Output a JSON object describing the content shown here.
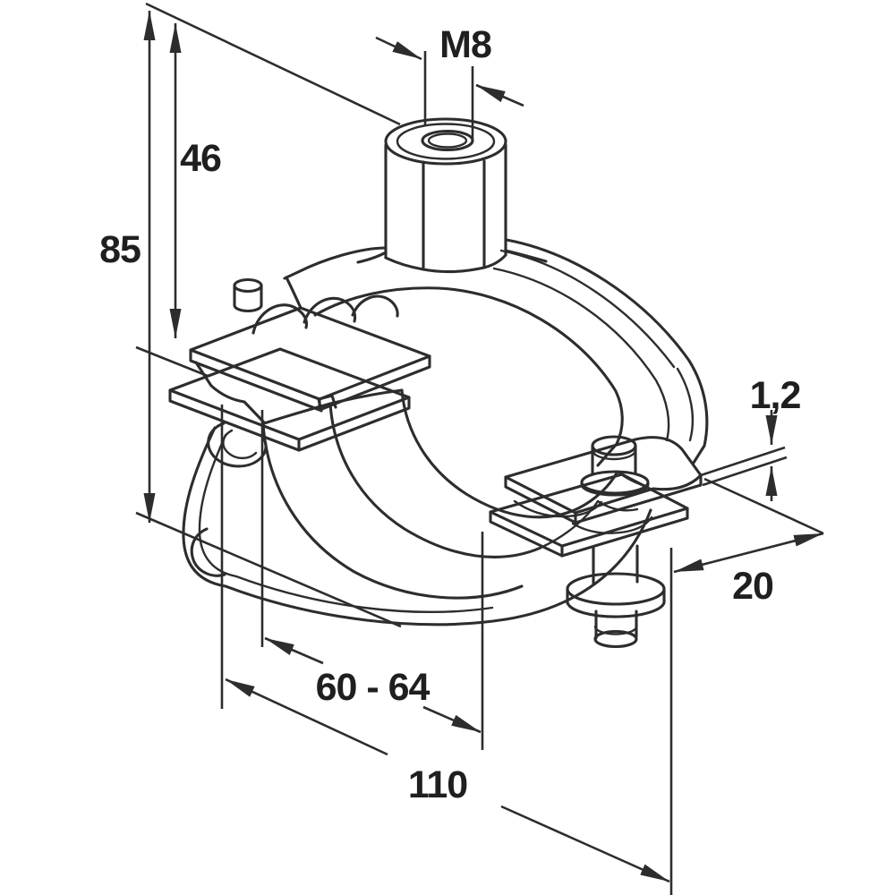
{
  "page": {
    "background": "#ffffff"
  },
  "drawing": {
    "name": "isometric technical line drawing of a rubber-lined pipe clamp with hex connector nut, quick-lock closure and flange screw",
    "line_color": "#2d2d2d",
    "text_color": "#1f1f1f"
  },
  "dimensions": {
    "thread_size": {
      "label": "M8"
    },
    "height_to_flange": {
      "label": "46"
    },
    "overall_height": {
      "label": "85"
    },
    "material_thickness": {
      "label": "1,2"
    },
    "flange_width": {
      "label": "20"
    },
    "clamping_range": {
      "label": "60 - 64"
    },
    "overall_width": {
      "label": "110"
    }
  }
}
